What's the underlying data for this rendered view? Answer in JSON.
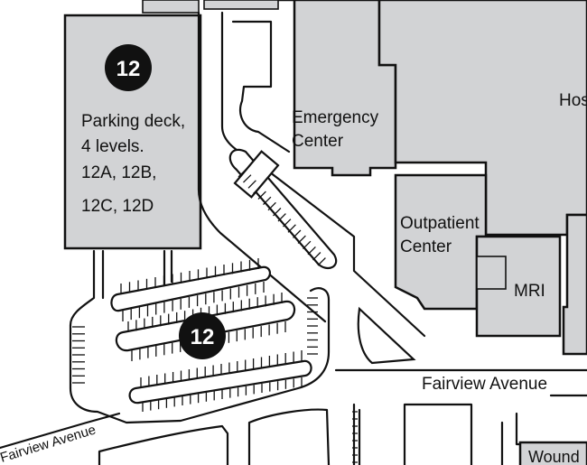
{
  "buildings": {
    "parking_deck": {
      "number": "12",
      "description_lines": [
        "Parking deck,",
        "4 levels.",
        "12A, 12B,",
        "12C, 12D"
      ]
    },
    "emergency": {
      "label_lines": [
        "Emergency",
        "Center"
      ]
    },
    "hospital": {
      "label": "Hos"
    },
    "outpatient": {
      "label_lines": [
        "Outpatient",
        "Center"
      ]
    },
    "mri": {
      "label": "MRI"
    },
    "wound": {
      "label": "Wound"
    }
  },
  "parking_lot": {
    "number": "12"
  },
  "streets": {
    "fairview_east": "Fairview Avenue",
    "fairview_west": "Fairview Avenue"
  }
}
